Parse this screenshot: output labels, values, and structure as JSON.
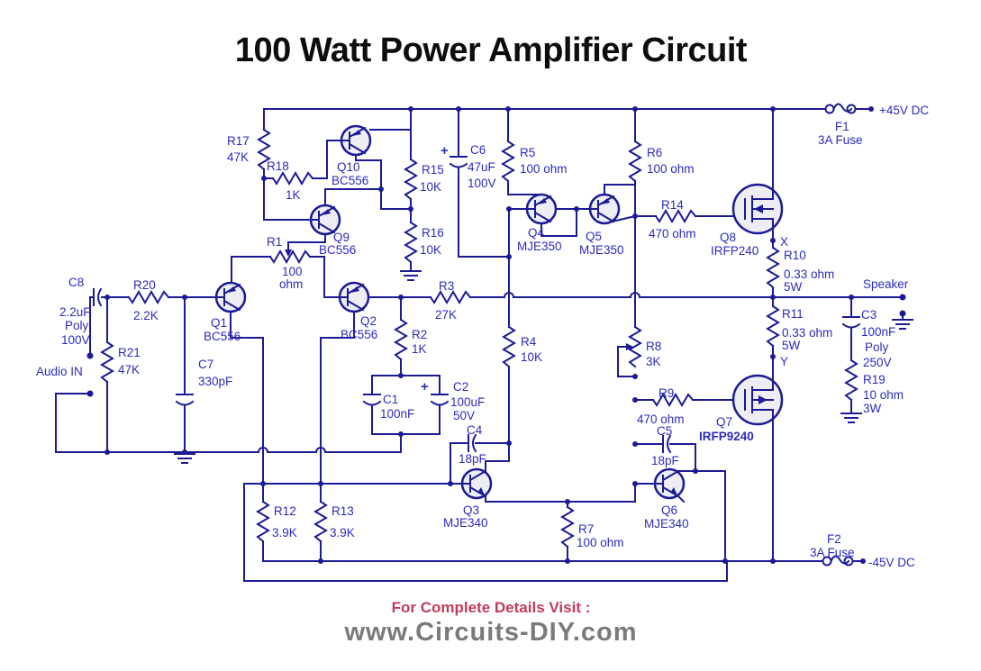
{
  "title": "100 Watt Power Amplifier Circuit",
  "io": {
    "audio_in": "Audio IN",
    "speaker": "Speaker",
    "node_x": "X",
    "node_y": "Y"
  },
  "power": {
    "vpos": "+45V DC",
    "vneg": "-45V DC",
    "f1": {
      "ref": "F1",
      "val": "3A Fuse"
    },
    "f2": {
      "ref": "F2",
      "val": "3A Fuse"
    }
  },
  "components": {
    "r1": {
      "ref": "R1",
      "v1": "100",
      "v2": "ohm"
    },
    "r2": {
      "ref": "R2",
      "v1": "1K"
    },
    "r3": {
      "ref": "R3",
      "v1": "27K"
    },
    "r4": {
      "ref": "R4",
      "v1": "10K"
    },
    "r5": {
      "ref": "R5",
      "v1": "100 ohm"
    },
    "r6": {
      "ref": "R6",
      "v1": "100 ohm"
    },
    "r7": {
      "ref": "R7",
      "v1": "100 ohm"
    },
    "r8": {
      "ref": "R8",
      "v1": "3K"
    },
    "r9": {
      "ref": "R9",
      "v1": "470 ohm"
    },
    "r10": {
      "ref": "R10",
      "v1": "0.33 ohm",
      "v2": "5W"
    },
    "r11": {
      "ref": "R11",
      "v1": "0.33 ohm",
      "v2": "5W"
    },
    "r12": {
      "ref": "R12",
      "v1": "3.9K"
    },
    "r13": {
      "ref": "R13",
      "v1": "3.9K"
    },
    "r14": {
      "ref": "R14",
      "v1": "470 ohm"
    },
    "r15": {
      "ref": "R15",
      "v1": "10K"
    },
    "r16": {
      "ref": "R16",
      "v1": "10K"
    },
    "r17": {
      "ref": "R17",
      "v1": "47K"
    },
    "r18": {
      "ref": "R18",
      "v1": "1K"
    },
    "r19": {
      "ref": "R19",
      "v1": "10 ohm",
      "v2": "3W"
    },
    "r20": {
      "ref": "R20",
      "v1": "2.2K"
    },
    "r21": {
      "ref": "R21",
      "v1": "47K"
    },
    "c1": {
      "ref": "C1",
      "v1": "100nF"
    },
    "c2": {
      "ref": "C2",
      "v1": "100uF",
      "v2": "50V",
      "pol": "+"
    },
    "c3": {
      "ref": "C3",
      "v1": "100nF",
      "v2": "Poly",
      "v3": "250V"
    },
    "c4": {
      "ref": "C4",
      "v1": "18pF"
    },
    "c5": {
      "ref": "C5",
      "v1": "18pF"
    },
    "c6": {
      "ref": "C6",
      "v1": "47uF",
      "v2": "100V",
      "pol": "+"
    },
    "c7": {
      "ref": "C7",
      "v1": "330pF"
    },
    "c8": {
      "ref": "C8",
      "v1": "2.2uF",
      "v2": "Poly",
      "v3": "100V"
    },
    "q1": {
      "ref": "Q1",
      "part": "BC556"
    },
    "q2": {
      "ref": "Q2",
      "part": "BC556"
    },
    "q3": {
      "ref": "Q3",
      "part": "MJE340"
    },
    "q4": {
      "ref": "Q4",
      "part": "MJE350"
    },
    "q5": {
      "ref": "Q5",
      "part": "MJE350"
    },
    "q6": {
      "ref": "Q6",
      "part": "MJE340"
    },
    "q7": {
      "ref": "Q7",
      "part": "IRFP9240"
    },
    "q8": {
      "ref": "Q8",
      "part": "IRFP240"
    },
    "q9": {
      "ref": "Q9",
      "part": "BC556"
    },
    "q10": {
      "ref": "Q10",
      "part": "BC556"
    }
  },
  "footer": {
    "line1": "For Complete Details Visit :",
    "line2": "www.Circuits-DIY.com"
  },
  "colors": {
    "wire": "#1b1b96",
    "label": "#2b2bbd",
    "title": "#0d0d0d",
    "footer_red": "#c23a5c",
    "footer_gray": "#7a7a7a"
  }
}
